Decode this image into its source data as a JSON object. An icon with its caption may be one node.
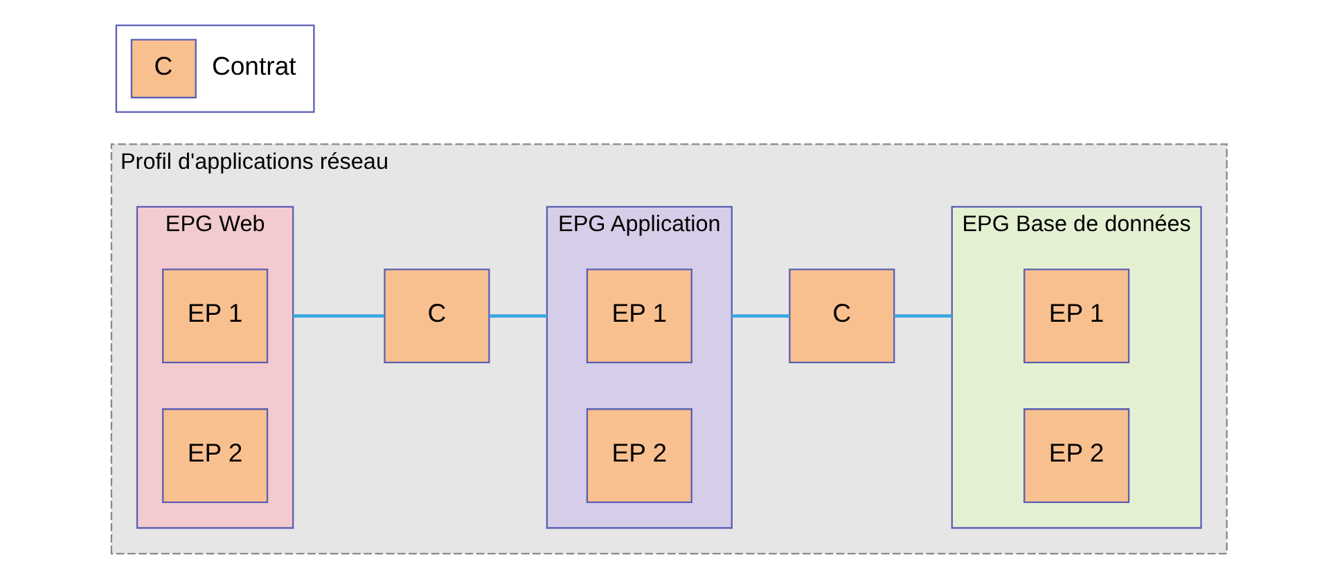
{
  "diagram": {
    "nodes": [
      {
        "text": [
          "Profil d'applications réseau"
        ]
      },
      {
        "text": [
          "EPG Web"
        ],
        "in": 0
      },
      {
        "text": [
          "EP 1"
        ],
        "in": 1
      },
      {
        "text": [
          "EP 2"
        ],
        "in": 1
      },
      {
        "text": [
          "C"
        ],
        "in": 0
      },
      {
        "text": [
          "EPG Application"
        ],
        "in": 0
      },
      {
        "text": [
          "EP 1"
        ],
        "in": 5
      },
      {
        "text": [
          "EP 2"
        ],
        "in": 5
      },
      {
        "text": [
          "C"
        ],
        "in": 0
      },
      {
        "text": [
          "EPG Base de données"
        ],
        "in": 0
      },
      {
        "text": [
          "EP 1"
        ],
        "in": 9
      },
      {
        "text": [
          "EP 2"
        ],
        "in": 9
      }
    ],
    "edges": [
      {
        "from": 1,
        "to": 4,
        "arrow": "none"
      },
      {
        "from": 4,
        "to": 5,
        "arrow": "none"
      },
      {
        "from": 5,
        "to": 8,
        "arrow": "none"
      },
      {
        "from": 8,
        "to": 9,
        "arrow": "none"
      }
    ],
    "labels": [
      "C"
    ],
    "legend": [
      {
        "text": "Contrat",
        "color": "#f9c08f"
      }
    ]
  }
}
